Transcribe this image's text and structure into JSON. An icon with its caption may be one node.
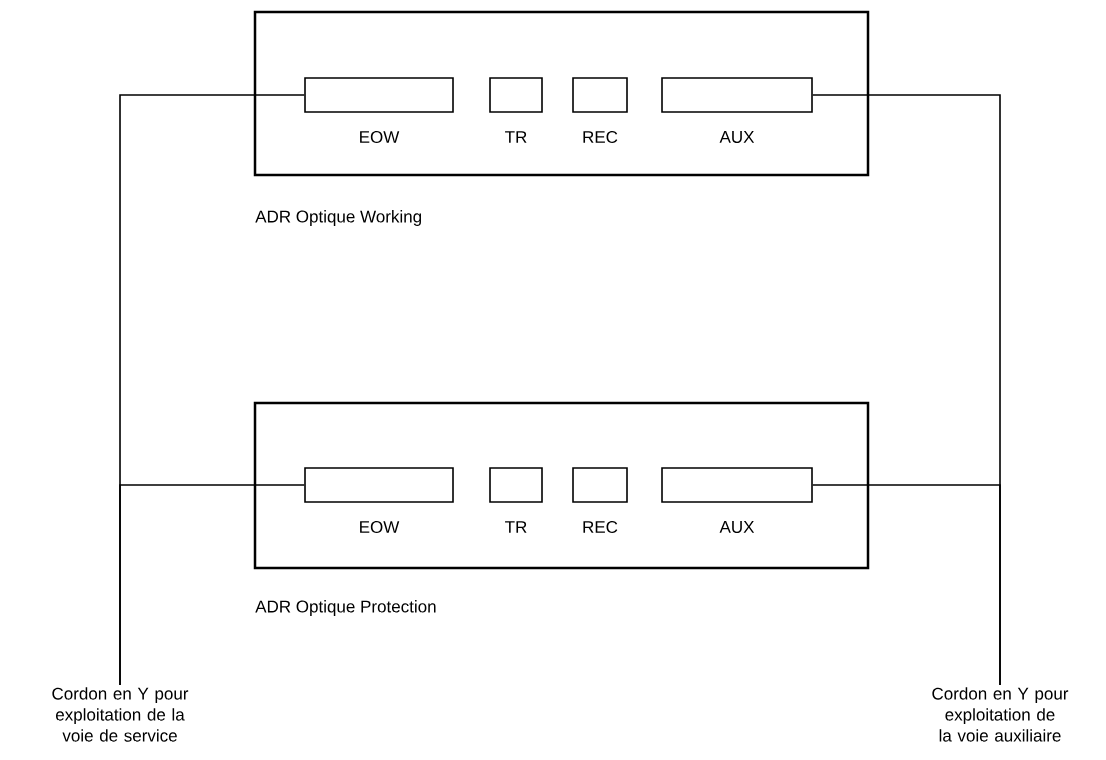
{
  "diagram": {
    "nodes": [
      {
        "text": [
          "ADR Optique Working"
        ]
      },
      {
        "text": [
          "EOW"
        ],
        "in": 0
      },
      {
        "text": [
          "TR"
        ],
        "in": 0
      },
      {
        "text": [
          "REC"
        ],
        "in": 0
      },
      {
        "text": [
          "AUX"
        ],
        "in": 0
      },
      {
        "text": [
          "ADR Optique Protection"
        ]
      },
      {
        "text": [
          "EOW"
        ],
        "in": 5
      },
      {
        "text": [
          "TR"
        ],
        "in": 5
      },
      {
        "text": [
          "REC"
        ],
        "in": 5
      },
      {
        "text": [
          "AUX"
        ],
        "in": 5
      },
      {
        "text": [
          "Cordon en Y pour exploitation de la voie de service"
        ]
      },
      {
        "text": [
          "Cordon en Y pour exploitation de la voie auxiliaire"
        ]
      }
    ],
    "edges": [
      {
        "from": 1,
        "to": 10,
        "arrow": "none"
      },
      {
        "from": 6,
        "to": 10,
        "arrow": "none"
      },
      {
        "from": 4,
        "to": 11,
        "arrow": "none"
      },
      {
        "from": 9,
        "to": 11,
        "arrow": "none"
      }
    ]
  }
}
